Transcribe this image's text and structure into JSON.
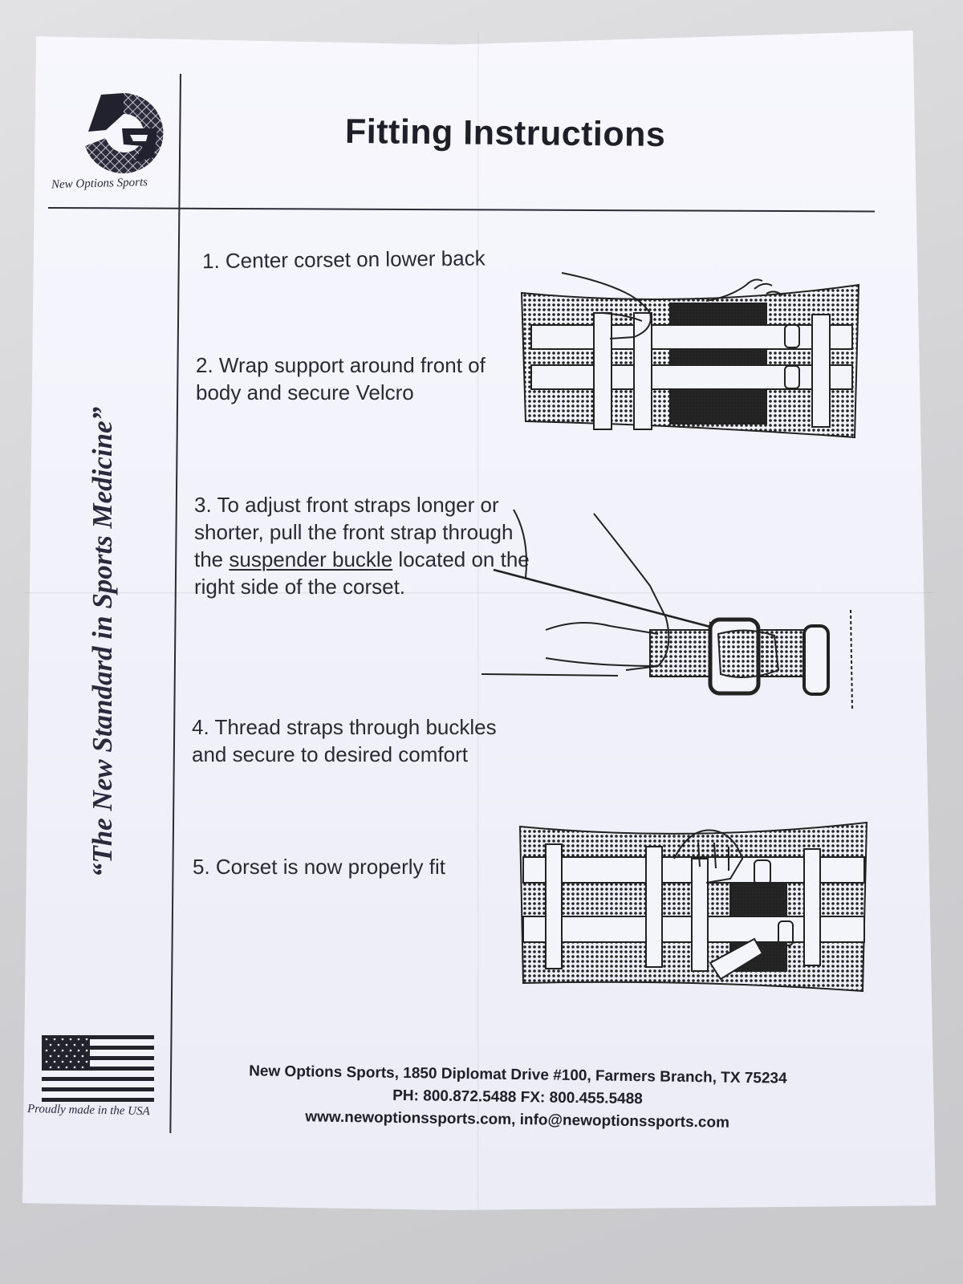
{
  "header": {
    "title": "Fitting Instructions",
    "brand_name": "New Options Sports"
  },
  "sidebar": {
    "tagline": "“The New Standard in Sports Medicine”",
    "made_in": "Proudly made in the USA",
    "flag_icon": "us-flag-icon"
  },
  "steps": {
    "s1": "1. Center corset on lower back",
    "s2": "2. Wrap support around front of body and secure Velcro",
    "s3_before": "3. To adjust front straps longer or shorter, pull the front strap through the ",
    "s3_link": "suspender buckle",
    "s3_after": " located on the right side of the corset.",
    "s4": "4.  Thread straps through buckles and secure to desired comfort",
    "s5": "5. Corset is now properly fit"
  },
  "footer": {
    "line1": "New Options Sports,  1850 Diplomat Drive #100, Farmers Branch, TX 75234",
    "line2": "PH: 800.872.5488  FX: 800.455.5488",
    "line3": "www.newoptionssports.com, info@newoptionssports.com"
  },
  "colors": {
    "paper": "#f3f3fb",
    "ink": "#23232e"
  }
}
